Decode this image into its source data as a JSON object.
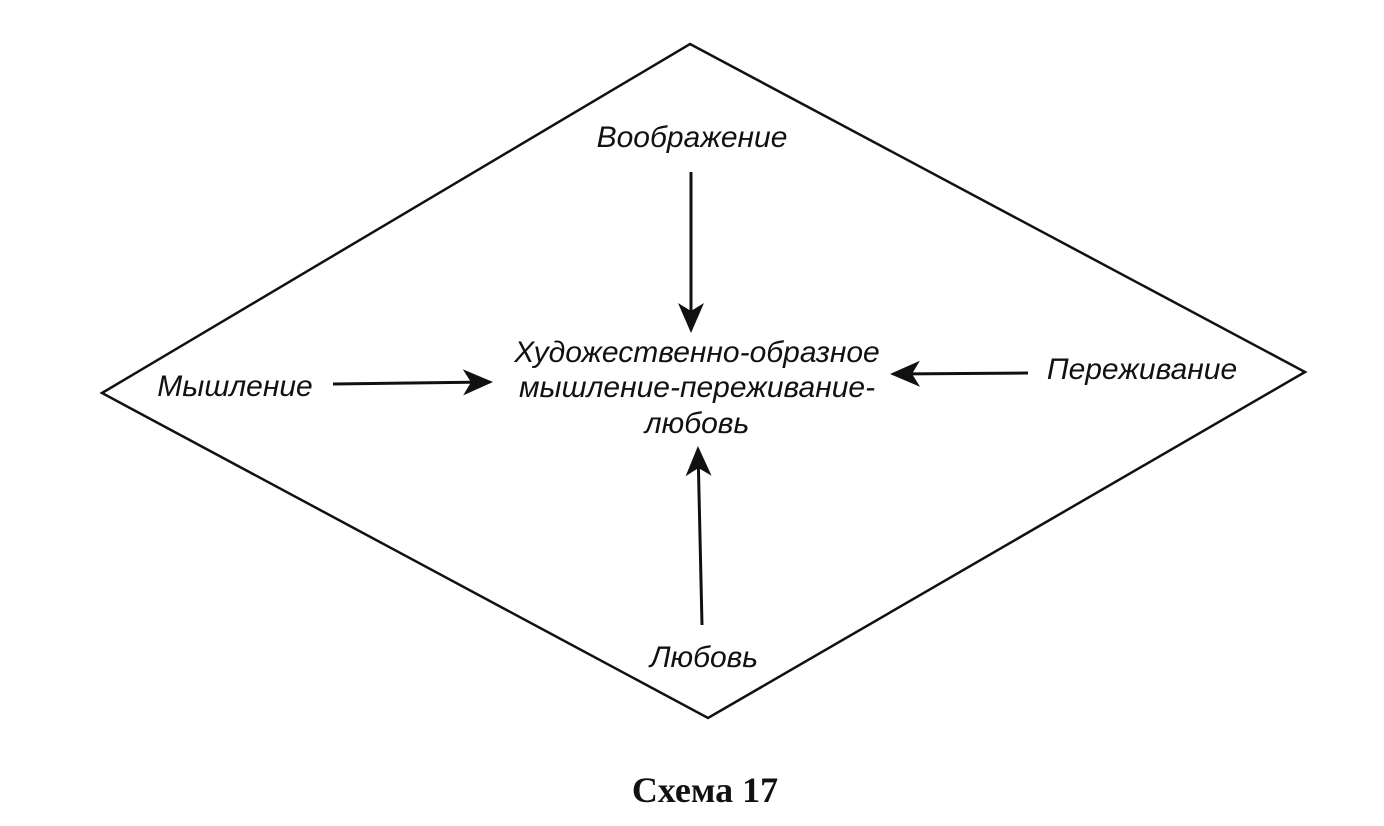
{
  "diagram": {
    "top_node": "Воображение",
    "left_node": "Мышление",
    "right_node": "Переживание",
    "bottom_node": "Любовь",
    "center_lines": [
      "Художественно-образное",
      "мышление-переживание-",
      "любовь"
    ]
  },
  "caption": "Схема 17",
  "colors": {
    "ink": "#111111",
    "background": "#ffffff"
  }
}
